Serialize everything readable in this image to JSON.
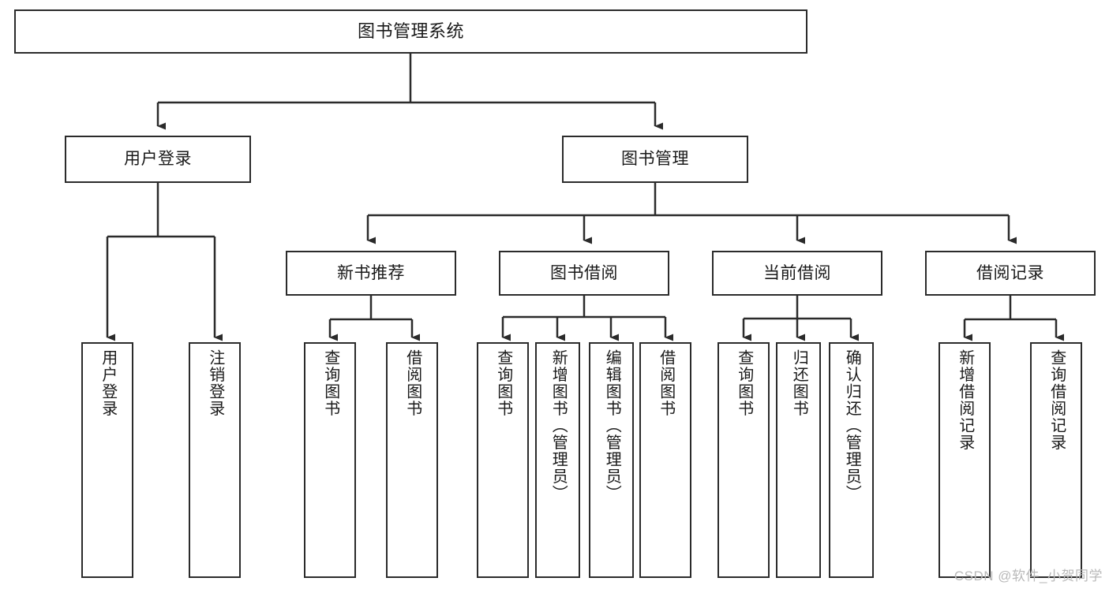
{
  "diagram": {
    "title": "图书管理系统",
    "watermark": "CSDN @软件_小贺同学",
    "stroke_color": "#2b2b2b",
    "fill_color": "#ffffff",
    "text_color": "#1a1a1a"
  },
  "nodes": {
    "root": {
      "label": "图书管理系统"
    },
    "level2": [
      {
        "label": "用户登录"
      },
      {
        "label": "图书管理"
      }
    ],
    "level3": [
      {
        "label": "新书推荐"
      },
      {
        "label": "图书借阅"
      },
      {
        "label": "当前借阅"
      },
      {
        "label": "借阅记录"
      }
    ],
    "leaves": {
      "user_login": [
        {
          "label": "用户登录"
        },
        {
          "label": "注销登录"
        }
      ],
      "new_book": [
        {
          "label": "查询图书"
        },
        {
          "label": "借阅图书"
        }
      ],
      "book_borrow": [
        {
          "label": "查询图书"
        },
        {
          "label": "新增图书（管理员）"
        },
        {
          "label": "编辑图书（管理员）"
        },
        {
          "label": "借阅图书"
        }
      ],
      "current_borrow": [
        {
          "label": "查询图书"
        },
        {
          "label": "归还图书"
        },
        {
          "label": "确认归还（管理员）"
        }
      ],
      "borrow_record": [
        {
          "label": "新增借阅记录"
        },
        {
          "label": "查询借阅记录"
        }
      ]
    }
  }
}
